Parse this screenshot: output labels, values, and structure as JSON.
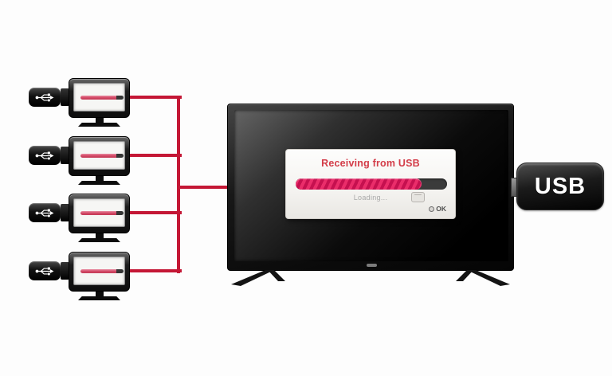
{
  "colors": {
    "connection_red": "#c41735",
    "progress_pink": "#ea2d6a",
    "progress_pink_dark": "#c5104f",
    "progress_track": "#3b3b3b",
    "dialog_title_red": "#d33c48",
    "mini_bar_pink": "#d14663"
  },
  "sources": {
    "count": 4,
    "usb_icon": "usb-trident-icon",
    "mini_progress_percent": 83
  },
  "tv": {
    "dialog": {
      "title": "Receiving from USB",
      "progress_percent": 83,
      "loading_label": "Loading...",
      "file_icon": "folder-icon",
      "ok_icon": "scroll-wheel-icon",
      "ok_label": "OK"
    }
  },
  "usb_device": {
    "label": "USB"
  }
}
